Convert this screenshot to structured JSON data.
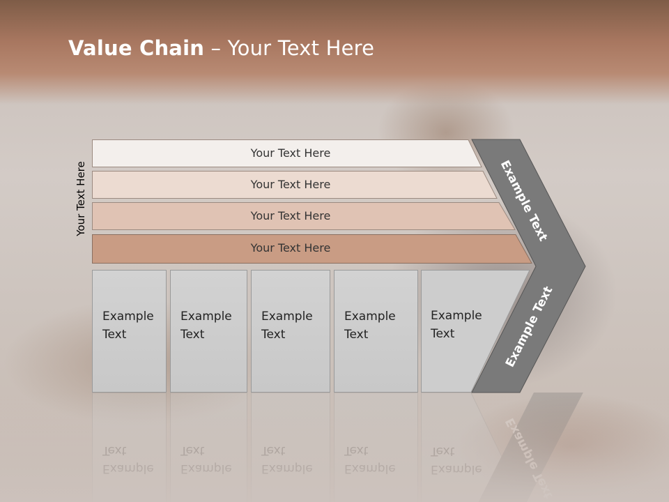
{
  "title": {
    "bold": "Value Chain",
    "rest": " – Your Text Here"
  },
  "side_label": "Your Text Here",
  "bars": [
    "Your Text Here",
    "Your Text Here",
    "Your Text Here",
    "Your Text Here"
  ],
  "boxes": [
    "Example\nText",
    "Example\nText",
    "Example\nText",
    "Example\nText",
    "Example\nText"
  ],
  "chevron": {
    "upper": "Example Text",
    "lower": "Example Text"
  },
  "colors": {
    "header": "#a87760",
    "bar1": "#f3efec",
    "bar2": "#ecdbd1",
    "bar3": "#e0c3b4",
    "bar4": "#c99c84",
    "box": "#d0d0d0",
    "chevron": "#7a7a7a"
  }
}
